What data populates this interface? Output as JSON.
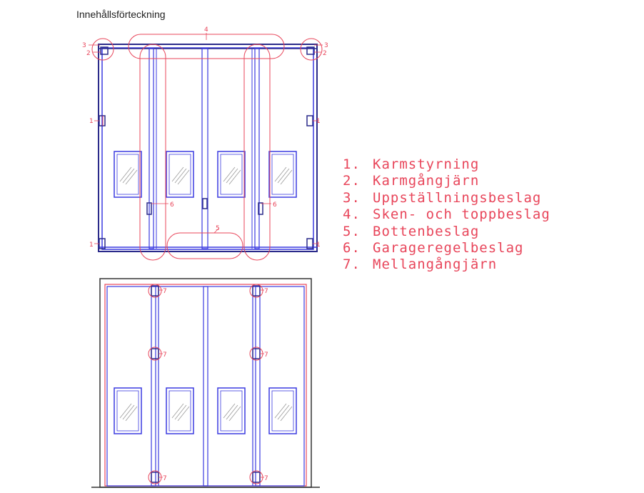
{
  "title": "Innehållsförteckning",
  "legend": [
    {
      "num": "1.",
      "label": "Karmstyrning"
    },
    {
      "num": "2.",
      "label": "Karmgångjärn"
    },
    {
      "num": "3.",
      "label": "Uppställningsbeslag"
    },
    {
      "num": "4.",
      "label": "Sken- och toppbeslag"
    },
    {
      "num": "5.",
      "label": "Bottenbeslag"
    },
    {
      "num": "6.",
      "label": "Garageregelbeslag"
    },
    {
      "num": "7.",
      "label": "Mellangångjärn"
    }
  ],
  "callouts": {
    "c1": "1",
    "c2": "2",
    "c3": "3",
    "c4": "4",
    "c5": "5",
    "c6": "6",
    "c7": "7"
  },
  "colors": {
    "frame": "#2a2a8a",
    "door": "#3a3ae0",
    "annotation": "#e8455a",
    "glass": "#9a9a9a",
    "outline": "#333333"
  }
}
